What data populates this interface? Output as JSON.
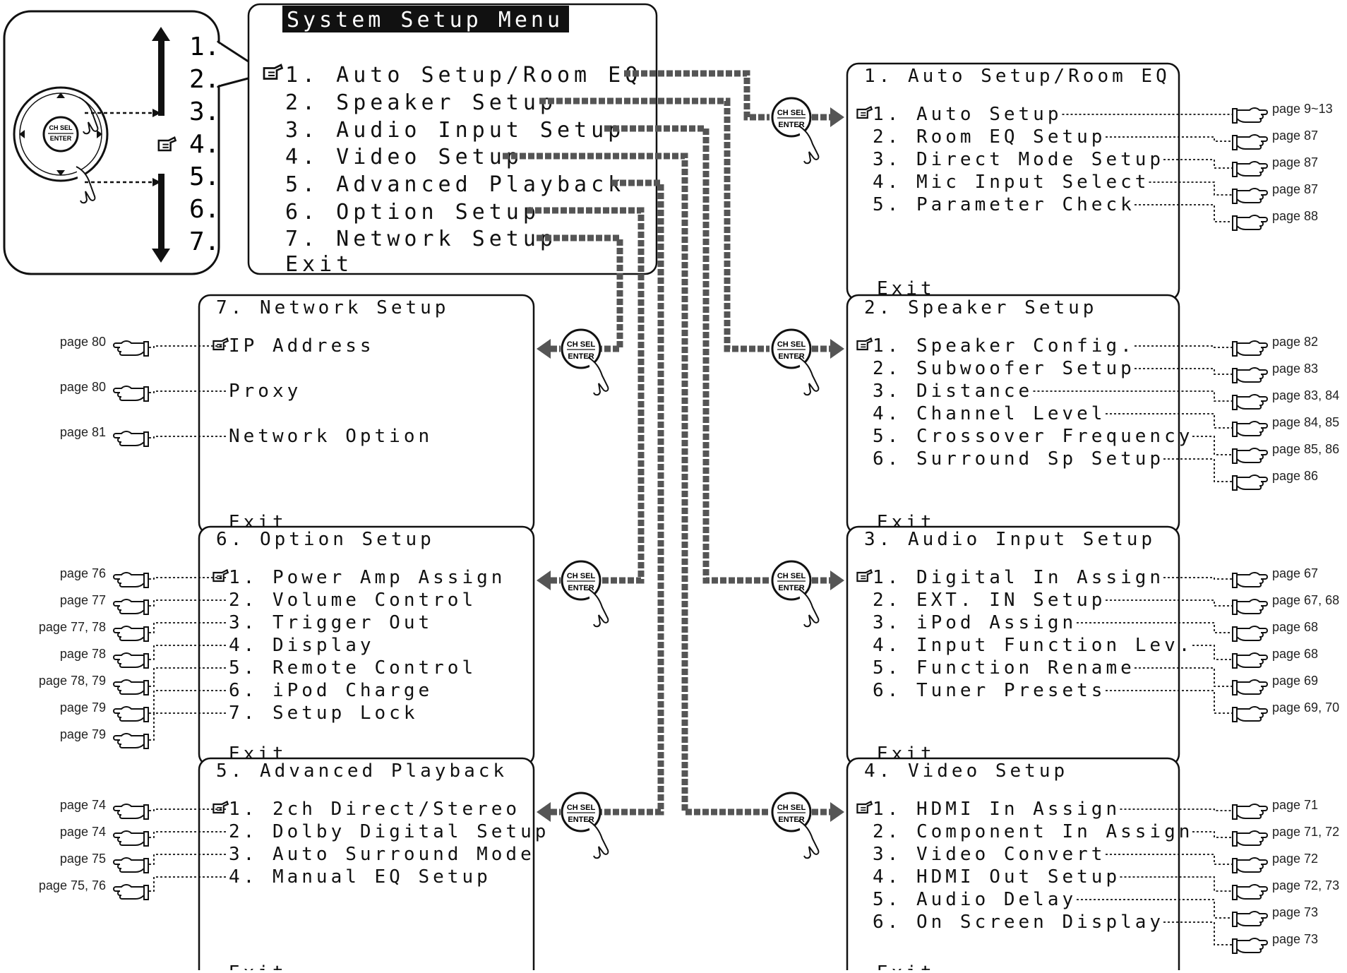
{
  "remote": {
    "numbers": [
      "1.",
      "2.",
      "3.",
      "4.",
      "5.",
      "6.",
      "7."
    ],
    "button_label_top": "CH SEL",
    "button_label_bottom": "ENTER"
  },
  "main_menu": {
    "title": "System Setup Menu",
    "items": [
      "1. Auto Setup/Room EQ",
      "2. Speaker Setup",
      "3. Audio Input Setup",
      "4. Video Setup",
      "5. Advanced Playback",
      "6. Option Setup",
      "7. Network Setup"
    ],
    "exit": "Exit"
  },
  "enter_button": {
    "top": "CH SEL",
    "bottom": "ENTER"
  },
  "submenus": {
    "auto_setup": {
      "title": "1. Auto Setup/Room EQ",
      "items": [
        "1. Auto Setup",
        "2. Room EQ Setup",
        "3. Direct Mode Setup",
        "4. Mic Input Select",
        "5. Parameter Check"
      ],
      "pages": [
        "page 9~13",
        "page 87",
        "page 87",
        "page 87",
        "page 88"
      ],
      "exit": "Exit"
    },
    "speaker_setup": {
      "title": "2. Speaker Setup",
      "items": [
        "1. Speaker Config.",
        "2. Subwoofer Setup",
        "3. Distance",
        "4. Channel Level",
        "5. Crossover Frequency",
        "6. Surround Sp Setup"
      ],
      "pages": [
        "page 82",
        "page 83",
        "page 83, 84",
        "page 84, 85",
        "page 85, 86",
        "page 86"
      ],
      "exit": "Exit"
    },
    "audio_input_setup": {
      "title": "3. Audio Input Setup",
      "items": [
        "1. Digital In Assign",
        "2. EXT. IN Setup",
        "3. iPod Assign",
        "4. Input Function Lev.",
        "5. Function Rename",
        "6. Tuner Presets"
      ],
      "pages": [
        "page 67",
        "page 67, 68",
        "page 68",
        "page 68",
        "page 69",
        "page 69, 70"
      ],
      "exit": "Exit"
    },
    "video_setup": {
      "title": "4. Video Setup",
      "items": [
        "1. HDMI In Assign",
        "2. Component In Assign",
        "3. Video Convert",
        "4. HDMI Out Setup",
        "5. Audio Delay",
        "6. On Screen Display"
      ],
      "pages": [
        "page 71",
        "page 71, 72",
        "page 72",
        "page 72, 73",
        "page 73",
        "page 73"
      ],
      "exit": "Exit"
    },
    "network_setup": {
      "title": "7. Network Setup",
      "items": [
        "IP Address",
        "Proxy",
        "Network Option"
      ],
      "pages": [
        "page 80",
        "page 80",
        "page 81"
      ],
      "exit": "Exit"
    },
    "option_setup": {
      "title": "6. Option Setup",
      "items": [
        "1. Power Amp Assign",
        "2. Volume Control",
        "3. Trigger Out",
        "4. Display",
        "5. Remote Control",
        "6. iPod Charge",
        "7. Setup Lock"
      ],
      "pages": [
        "page 76",
        "page 77",
        "page 77, 78",
        "page 78",
        "page 78, 79",
        "page 79",
        "page 79"
      ],
      "exit": "Exit"
    },
    "advanced_playback": {
      "title": "5. Advanced Playback",
      "items": [
        "1. 2ch Direct/Stereo",
        "2. Dolby Digital Setup",
        "3. Auto Surround Mode",
        "4. Manual EQ Setup"
      ],
      "pages": [
        "page 74",
        "page 74",
        "page 75",
        "page 75, 76"
      ],
      "exit": "Exit"
    }
  }
}
